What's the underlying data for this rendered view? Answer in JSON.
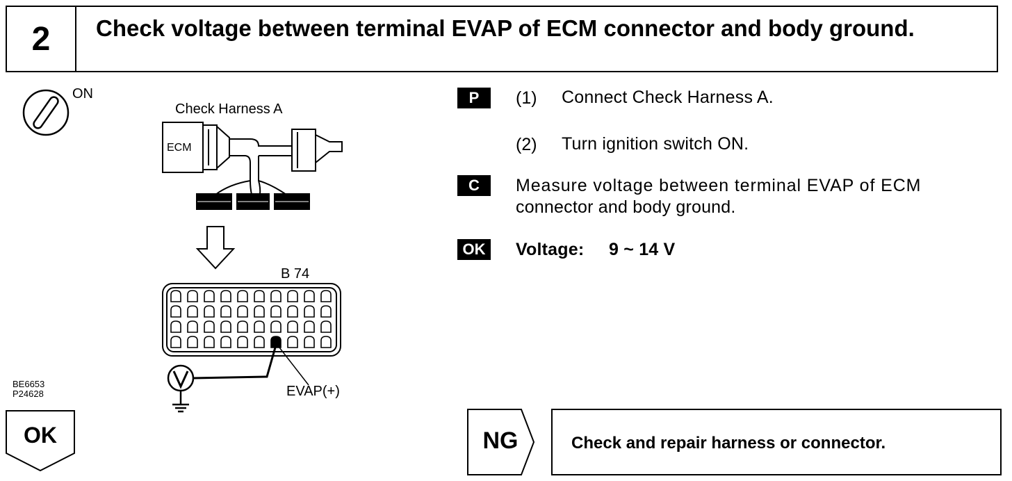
{
  "header": {
    "step_number": "2",
    "title": "Check voltage between terminal EVAP of ECM connector and body ground."
  },
  "diagram": {
    "switch_label": "ON",
    "harness_label": "Check Harness A",
    "ecm_label": "ECM",
    "connector_label": "B 74",
    "terminal_label": "EVAP(+)",
    "meter_symbol": "V",
    "figure_codes": [
      "BE6653",
      "P24628"
    ]
  },
  "procedure": {
    "prep_tag": "P",
    "steps": [
      {
        "num": "(1)",
        "text": "Connect Check Harness A."
      },
      {
        "num": "(2)",
        "text": "Turn ignition switch ON."
      }
    ],
    "check_tag": "C",
    "check_text_line1": "Measure voltage between terminal EVAP of ECM",
    "check_text_line2": "connector and body ground.",
    "ok_tag": "OK",
    "spec_label": "Voltage:",
    "spec_value": "9 ~ 14 V"
  },
  "result_ok": {
    "label": "OK"
  },
  "result_ng": {
    "label": "NG",
    "action": "Check and repair harness or connector."
  }
}
